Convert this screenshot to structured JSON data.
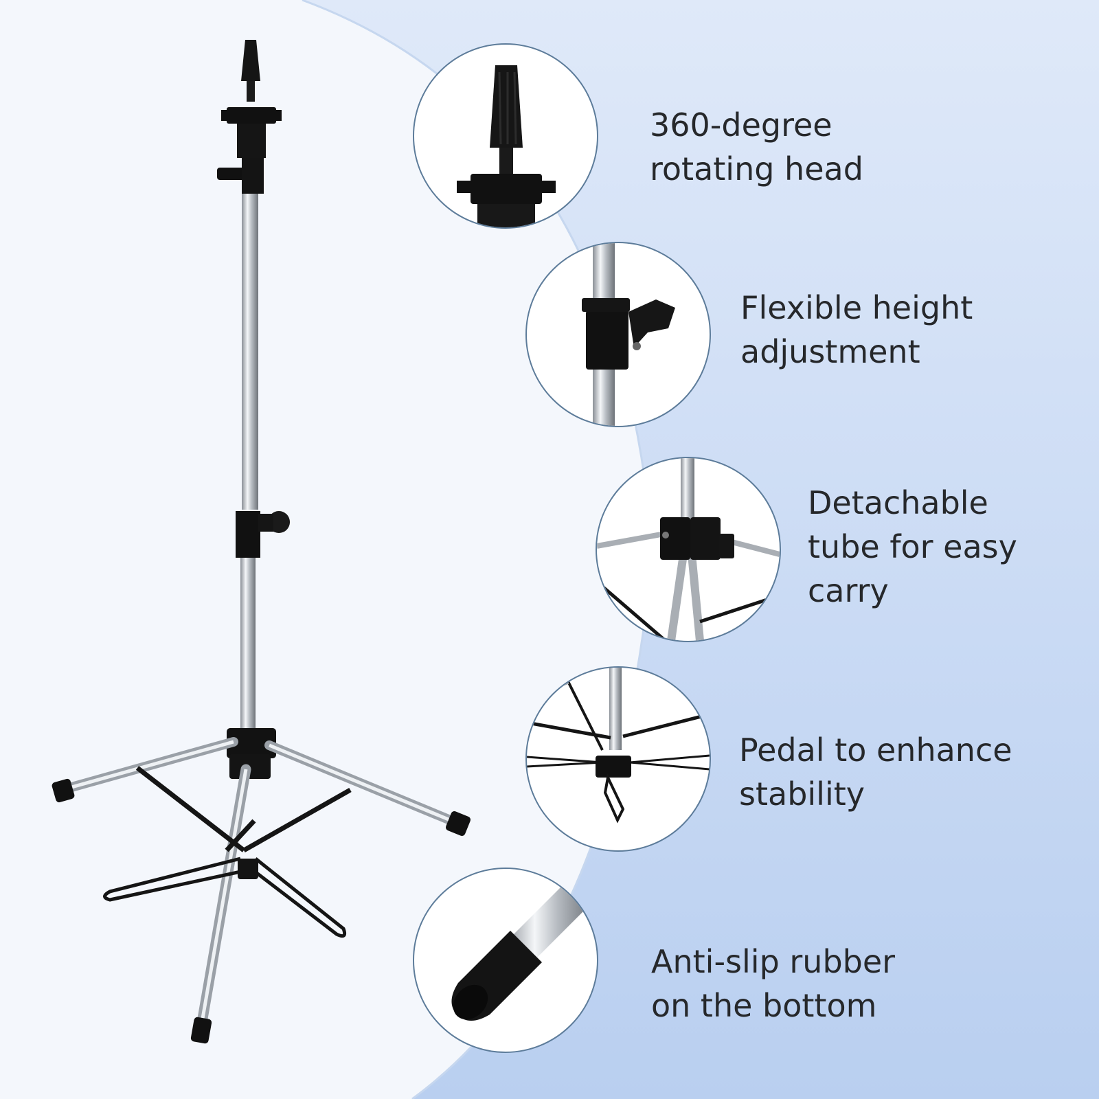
{
  "colors": {
    "left_panel": "#f4f7fc",
    "right_gradient_top": "#dfe9f9",
    "right_gradient_bottom": "#b9cff0",
    "circle_border": "#5d7c9a",
    "label_text": "#26282b"
  },
  "product_icon": "tripod-stand-icon",
  "features": [
    {
      "icon": "rotating-head-icon",
      "lines": [
        "360-degree",
        "rotating head"
      ]
    },
    {
      "icon": "height-knob-icon",
      "lines": [
        "Flexible height",
        "adjustment"
      ]
    },
    {
      "icon": "tube-joint-icon",
      "lines": [
        "Detachable",
        "tube for easy",
        "carry"
      ]
    },
    {
      "icon": "pedal-icon",
      "lines": [
        "Pedal to enhance",
        "stability"
      ]
    },
    {
      "icon": "rubber-foot-icon",
      "lines": [
        "Anti-slip rubber",
        "on the bottom"
      ]
    }
  ]
}
